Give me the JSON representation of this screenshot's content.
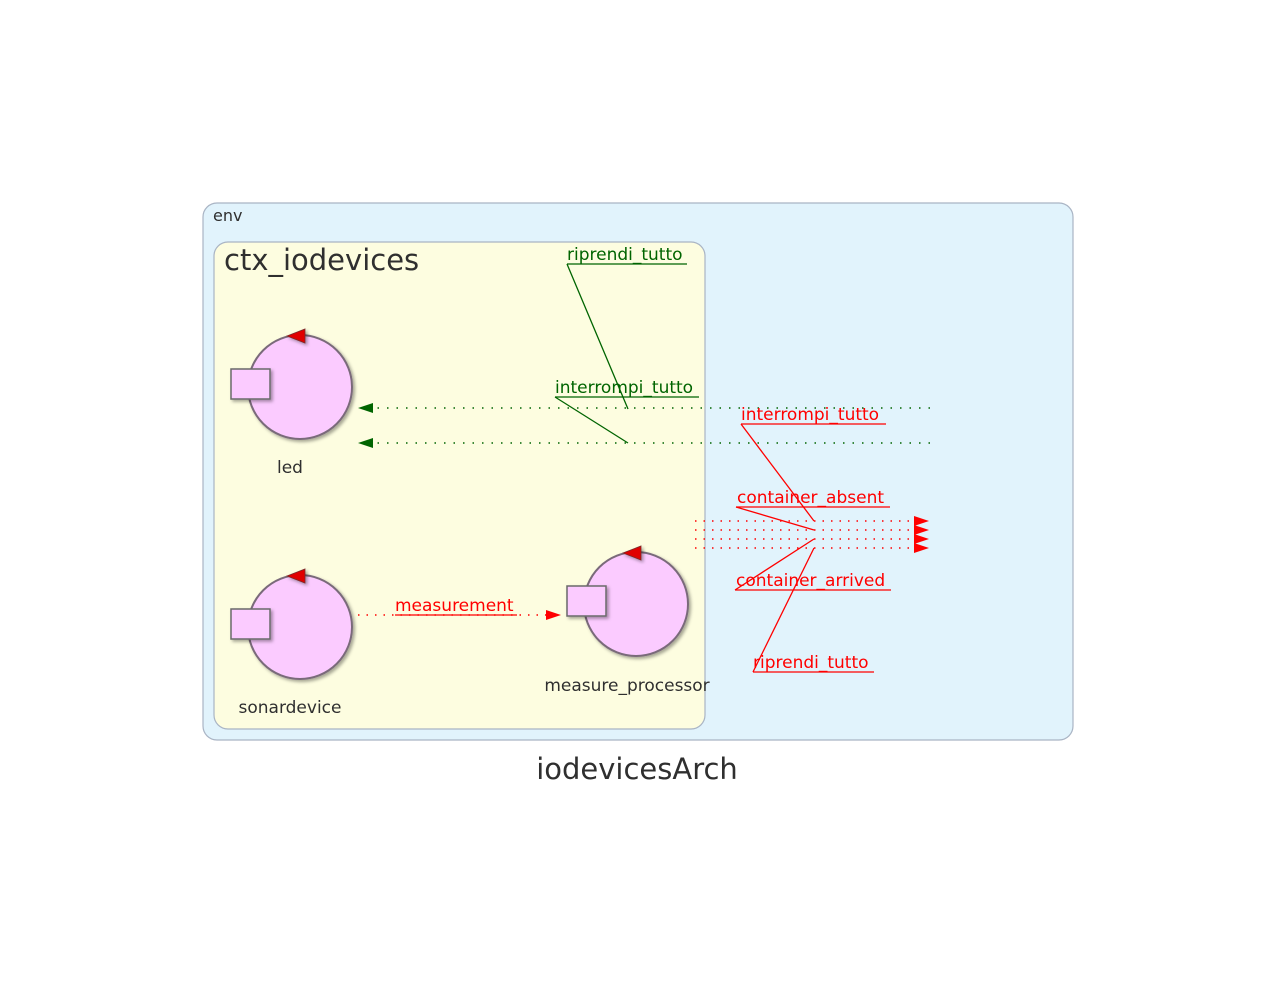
{
  "diagram": {
    "title": "iodevicesArch",
    "env_label": "env",
    "context_label": "ctx_iodevices",
    "actors": {
      "led": "led",
      "sonardevice": "sonardevice",
      "measure_processor": "measure_processor"
    },
    "edges": {
      "measurement": "measurement",
      "riprendi_in": "riprendi_tutto",
      "interrompi_in": "interrompi_tutto",
      "interrompi_out": "interrompi_tutto",
      "container_absent": "container_absent",
      "container_arrived": "container_arrived",
      "riprendi_out": "riprendi_tutto"
    },
    "colors": {
      "env_fill": "#e1f3fc",
      "context_fill": "#fdfde0",
      "actor_fill": "#fbcbff",
      "incoming_edge": "#006400",
      "outgoing_edge": "#ff0000",
      "text": "#2f2f2f"
    }
  }
}
